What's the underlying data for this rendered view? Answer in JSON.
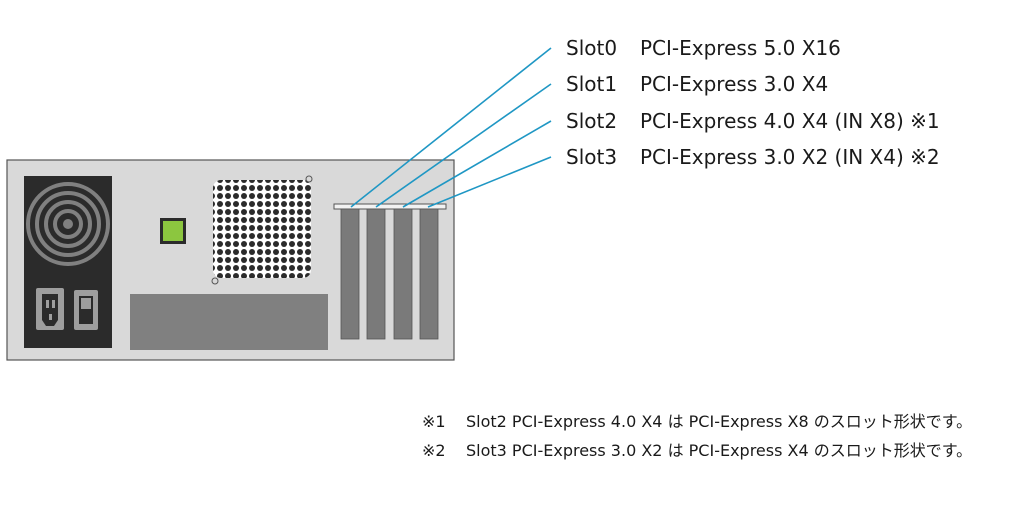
{
  "slots": [
    {
      "name": "Slot0",
      "desc": "PCI-Express 5.0 X16"
    },
    {
      "name": "Slot1",
      "desc": "PCI-Express 3.0 X4"
    },
    {
      "name": "Slot2",
      "desc": "PCI-Express 4.0 X4 (IN X8) ※1"
    },
    {
      "name": "Slot3",
      "desc": "PCI-Express 3.0 X2 (IN X4) ※2"
    }
  ],
  "notes": [
    {
      "mark": "※1",
      "text": "Slot2 PCI-Express 4.0 X4 は PCI-Express X8 のスロット形状です。"
    },
    {
      "mark": "※2",
      "text": "Slot3 PCI-Express 3.0 X2 は PCI-Express X4 のスロット形状です。"
    }
  ],
  "colors": {
    "leader_line": "#1f97c4",
    "chassis": "#d9d9d9",
    "dark_panel": "#2b2b2b",
    "slot_fill": "#7a7a7a",
    "vent_fill": "#808080",
    "power_led": "#8cc63f"
  },
  "icons": [
    "fan-grille-icon",
    "power-inlet-icon",
    "power-switch-icon",
    "power-led-icon",
    "vent-grille-icon"
  ]
}
